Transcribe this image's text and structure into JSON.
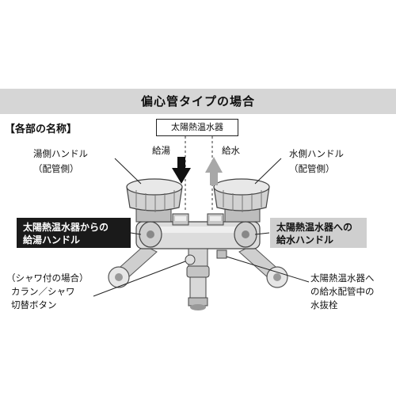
{
  "title": "偏心管タイプの場合",
  "section_heading": "【各部の名称】",
  "heater_label": "太陽熱温水器",
  "flow": {
    "hot_label": "給湯",
    "cold_label": "給水"
  },
  "hot_handle": {
    "line1": "湯側ハンドル",
    "line2": "（配管側）"
  },
  "cold_handle": {
    "line1": "水側ハンドル",
    "line2": "（配管側）"
  },
  "callout_left": {
    "line1": "太陽熱温水器からの",
    "line2": "給湯ハンドル"
  },
  "callout_right": {
    "line1": "太陽熱温水器への",
    "line2": "給水ハンドル"
  },
  "shower_note": {
    "line1": "（シャワ付の場合）",
    "line2": "カラン／シャワ",
    "line3": "切替ボタン"
  },
  "drain_note": {
    "line1": "太陽熱温水器へ",
    "line2": "の給水配管中の",
    "line3": "水抜栓"
  },
  "colors": {
    "title_band": "#d6d6d6",
    "hot_arrow": "#111111",
    "cold_arrow": "#a8a8a8",
    "callout_dark": "#1a1a1a",
    "callout_light": "#cfcfcf"
  }
}
